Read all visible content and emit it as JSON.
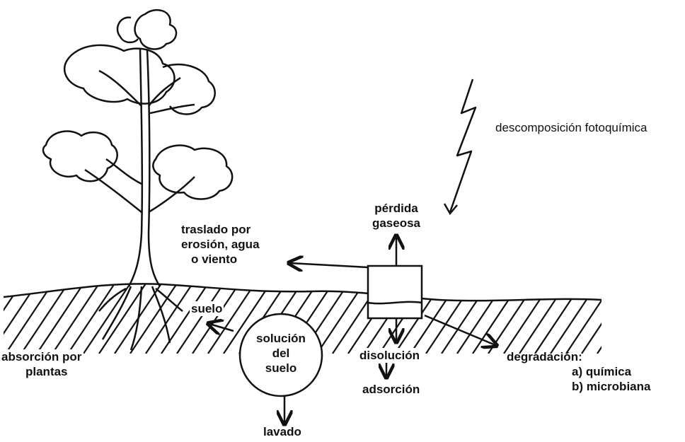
{
  "labels": {
    "photodecomposition": "descomposición fotoquímica",
    "gaseous_loss": [
      "pérdida",
      "gaseosa"
    ],
    "transport": [
      "traslado por",
      "erosión, agua",
      "o viento"
    ],
    "soil": "suelo",
    "soil_solution": [
      "solución",
      "del",
      "suelo"
    ],
    "plant_absorption": [
      "absorción por",
      "plantas"
    ],
    "dissolution": "disolución",
    "adsorption": "adsorción",
    "leaching": "lavado",
    "degradation": [
      "degradación:",
      "a) química",
      "b) microbiana"
    ]
  },
  "colors": {
    "ink": "#111111",
    "background": "#ffffff"
  }
}
